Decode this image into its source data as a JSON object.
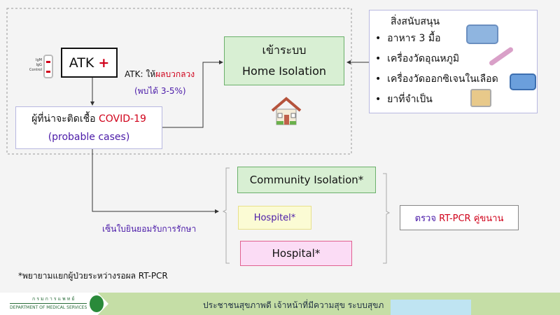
{
  "atk": {
    "label": "ATK",
    "plus": "+",
    "strip_labels": [
      "IgM",
      "IgG",
      "Control"
    ]
  },
  "false_positive": {
    "prefix": "ATK: ให้",
    "highlight": "ผลบวกลวง",
    "rate": "(พบได้ 3-5%)"
  },
  "probable": {
    "line1_th": "ผู้ที่น่าจะติดเชื้อ",
    "line1_en": "COVID-19",
    "line2": "(probable cases)"
  },
  "home_isolation": {
    "line1": "เข้าระบบ",
    "line2": "Home Isolation"
  },
  "support": {
    "title": "สิ่งสนับสนุน",
    "items": [
      "อาหาร 3 มื้อ",
      "เครื่องวัดอุณหภูมิ",
      "เครื่องวัดออกซิเจนในเลือด",
      "ยาที่จำเป็น"
    ]
  },
  "consent": "เซ็นใบยินยอมรับการรักษา",
  "options": {
    "community": "Community Isolation*",
    "hospitel": "Hospitel*",
    "hospital": "Hospital*"
  },
  "rtpcr": {
    "prefix": "ตรวจ",
    "highlight": "RT-PCR คู่ขนาน"
  },
  "footnote": "*พยายามแยกผู้ป่วยระหว่างรอผล RT-PCR",
  "footer": {
    "org_th": "กรมการแพทย์",
    "org_en": "DEPARTMENT OF MEDICAL SERVICES",
    "slogan": "ประชาชนสุขภาพดี เจ้าหน้าที่มีความสุข ระบบสุขภ"
  },
  "colors": {
    "red": "#d0021b",
    "purple": "#4a1aa8",
    "green_fill": "#d8efd3",
    "footer_green": "#c5dea6"
  }
}
